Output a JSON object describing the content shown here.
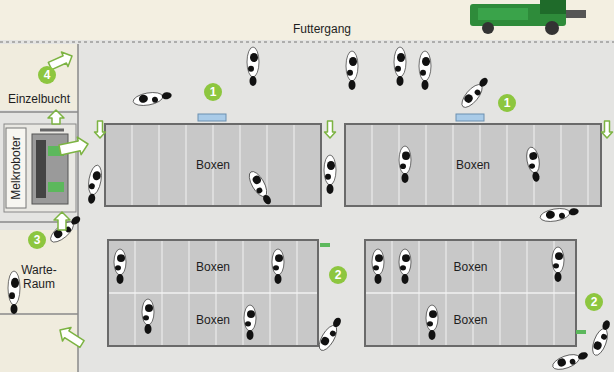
{
  "diagram": {
    "nodes": [
      {
        "text": [
          "Futtergang"
        ]
      },
      {
        "text": [
          "Einzelbucht"
        ]
      },
      {
        "text": [
          "Melkroboter"
        ]
      },
      {
        "text": [
          "Boxen"
        ]
      },
      {
        "text": [
          "Boxen"
        ]
      },
      {
        "text": [
          "Warte- Raum"
        ]
      },
      {
        "text": [
          "Boxen",
          "Boxen"
        ]
      },
      {
        "text": [
          "Boxen",
          "Boxen"
        ]
      }
    ],
    "edges": [
      {
        "from": 5,
        "to": 2,
        "arrow": "to"
      },
      {
        "from": 2,
        "to": 1,
        "arrow": "to"
      }
    ],
    "labels": [
      "1",
      "1",
      "2",
      "2",
      "3",
      "4"
    ]
  }
}
